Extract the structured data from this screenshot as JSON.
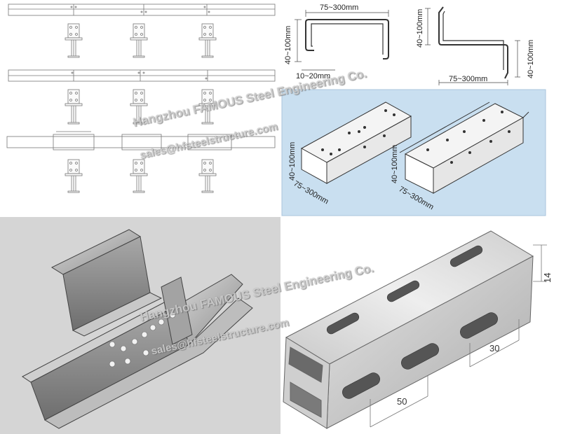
{
  "watermark": {
    "company": "Hangzhou FAMOUS Steel Engineering Co.",
    "website": "sales@hfsteelstructure.com"
  },
  "profile_dims": {
    "c_width": "75~300mm",
    "c_height": "40~100mm",
    "c_lip": "10~20mm",
    "z_height_left": "40~100mm",
    "z_height_right": "40~100mm",
    "z_width": "75~300mm"
  },
  "perforated_dims": {
    "c_height": "40~100mm",
    "c_width": "75~300mm",
    "u_height": "40~100mm",
    "u_width": "75~300mm"
  },
  "slotted_dims": {
    "slot_length": "50",
    "slot_pitch": "30",
    "lip_height": "14"
  },
  "colors": {
    "blueprint_bg": "#c9dff0",
    "render_bg": "#d5d5d5",
    "steel": "#b8b8b8"
  }
}
